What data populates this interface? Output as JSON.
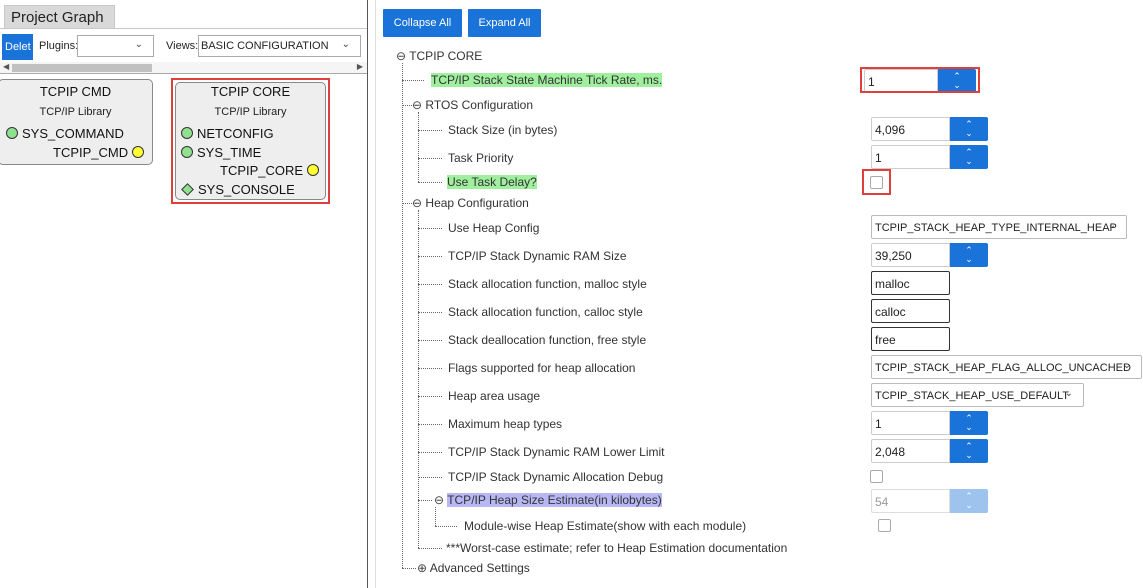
{
  "left": {
    "tab_label": "Project Graph",
    "toolbar": {
      "delete_label": "Delet",
      "plugins_label": "Plugins:",
      "plugins_value": "",
      "views_label": "Views:",
      "views_value": "BASIC CONFIGURATION"
    },
    "nodes": {
      "cmd": {
        "title": "TCPIP CMD",
        "subtitle": "TCP/IP Library",
        "ports": [
          "SYS_COMMAND",
          "TCPIP_CMD"
        ]
      },
      "core": {
        "title": "TCPIP CORE",
        "subtitle": "TCP/IP Library",
        "ports": [
          "NETCONFIG",
          "SYS_TIME",
          "TCPIP_CORE",
          "SYS_CONSOLE"
        ]
      }
    }
  },
  "right": {
    "collapse_all": "Collapse All",
    "expand_all": "Expand All",
    "root": "TCPIP CORE",
    "tick_rate": {
      "label": "TCP/IP Stack State Machine Tick Rate, ms.",
      "value": "1"
    },
    "rtos": {
      "label": "RTOS Configuration",
      "stack_size": {
        "label": "Stack Size (in bytes)",
        "value": "4,096"
      },
      "task_priority": {
        "label": "Task Priority",
        "value": "1"
      },
      "use_task_delay": {
        "label": "Use Task Delay?",
        "checked": false
      }
    },
    "heap": {
      "label": "Heap Configuration",
      "use_heap_config": {
        "label": "Use Heap Config",
        "value": "TCPIP_STACK_HEAP_TYPE_INTERNAL_HEAP"
      },
      "dynamic_ram": {
        "label": "TCP/IP Stack Dynamic RAM Size",
        "value": "39,250"
      },
      "malloc": {
        "label": "Stack allocation function, malloc style",
        "value": "malloc"
      },
      "calloc": {
        "label": "Stack allocation function, calloc style",
        "value": "calloc"
      },
      "free": {
        "label": "Stack deallocation function, free style",
        "value": "free"
      },
      "flags": {
        "label": "Flags supported for heap allocation",
        "value": "TCPIP_STACK_HEAP_FLAG_ALLOC_UNCACHED"
      },
      "area_usage": {
        "label": "Heap area usage",
        "value": "TCPIP_STACK_HEAP_USE_DEFAULT"
      },
      "max_types": {
        "label": "Maximum heap types",
        "value": "1"
      },
      "lower_limit": {
        "label": "TCP/IP Stack Dynamic RAM Lower Limit",
        "value": "2,048"
      },
      "alloc_debug": {
        "label": "TCP/IP Stack Dynamic Allocation Debug",
        "checked": false
      },
      "size_estimate": {
        "label": "TCP/IP Heap Size Estimate(in kilobytes)",
        "value": "54"
      },
      "module_wise": {
        "label": "Module-wise Heap Estimate(show with each module)",
        "checked": false
      },
      "note": "***Worst-case estimate; refer to Heap Estimation documentation"
    },
    "advanced": "Advanced Settings"
  },
  "colors": {
    "accent": "#1a73d9",
    "highlight_green": "#9fef9f",
    "highlight_blue": "#b7b7f5",
    "annotation_red": "#e0403c"
  }
}
